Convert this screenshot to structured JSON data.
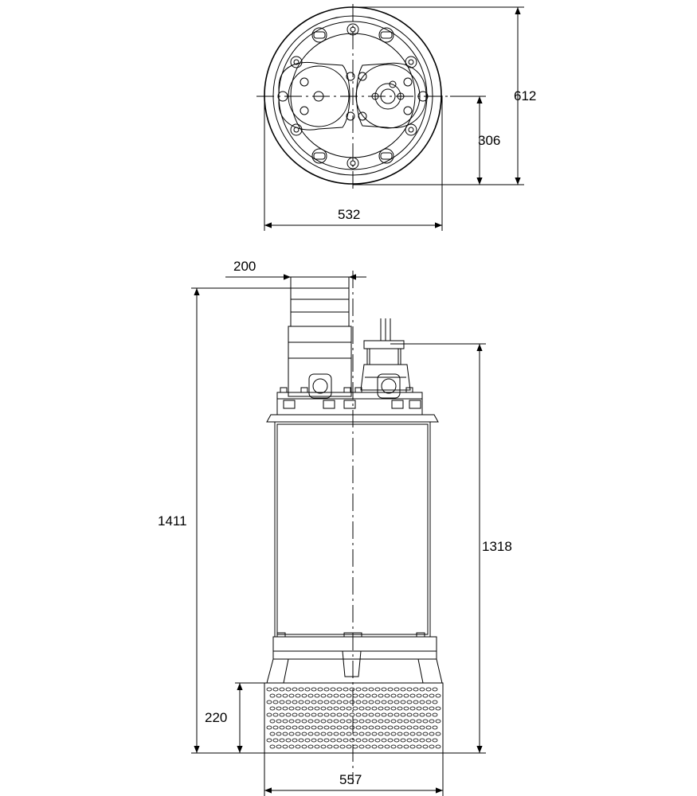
{
  "dimensions": {
    "top_height": "612",
    "top_half_height": "306",
    "top_width": "532",
    "outlet_width": "200",
    "total_height": "1411",
    "body_height": "1318",
    "strainer_height": "220",
    "strainer_width": "557"
  },
  "colors": {
    "line": "#000000",
    "fill": "#ffffff"
  }
}
